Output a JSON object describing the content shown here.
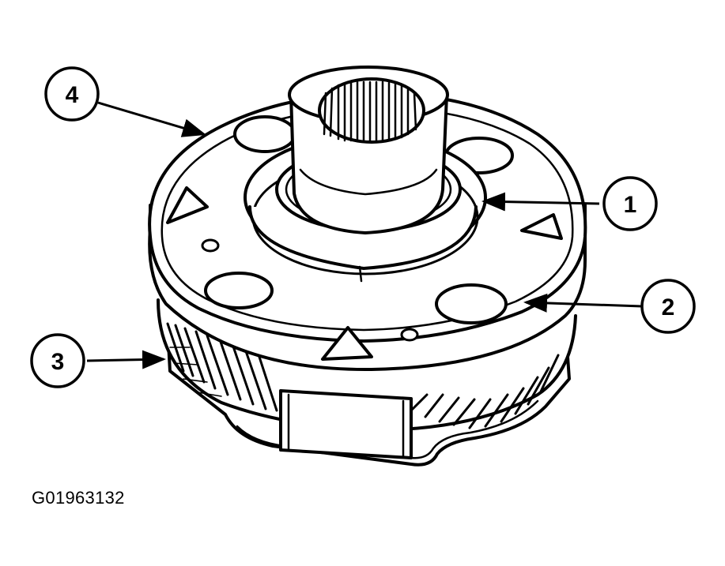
{
  "figure": {
    "id": "G01963132"
  },
  "callouts": [
    {
      "number": "1"
    },
    {
      "number": "2"
    },
    {
      "number": "3"
    },
    {
      "number": "4"
    }
  ],
  "colors": {
    "ink": "#000000",
    "paper": "#ffffff"
  }
}
